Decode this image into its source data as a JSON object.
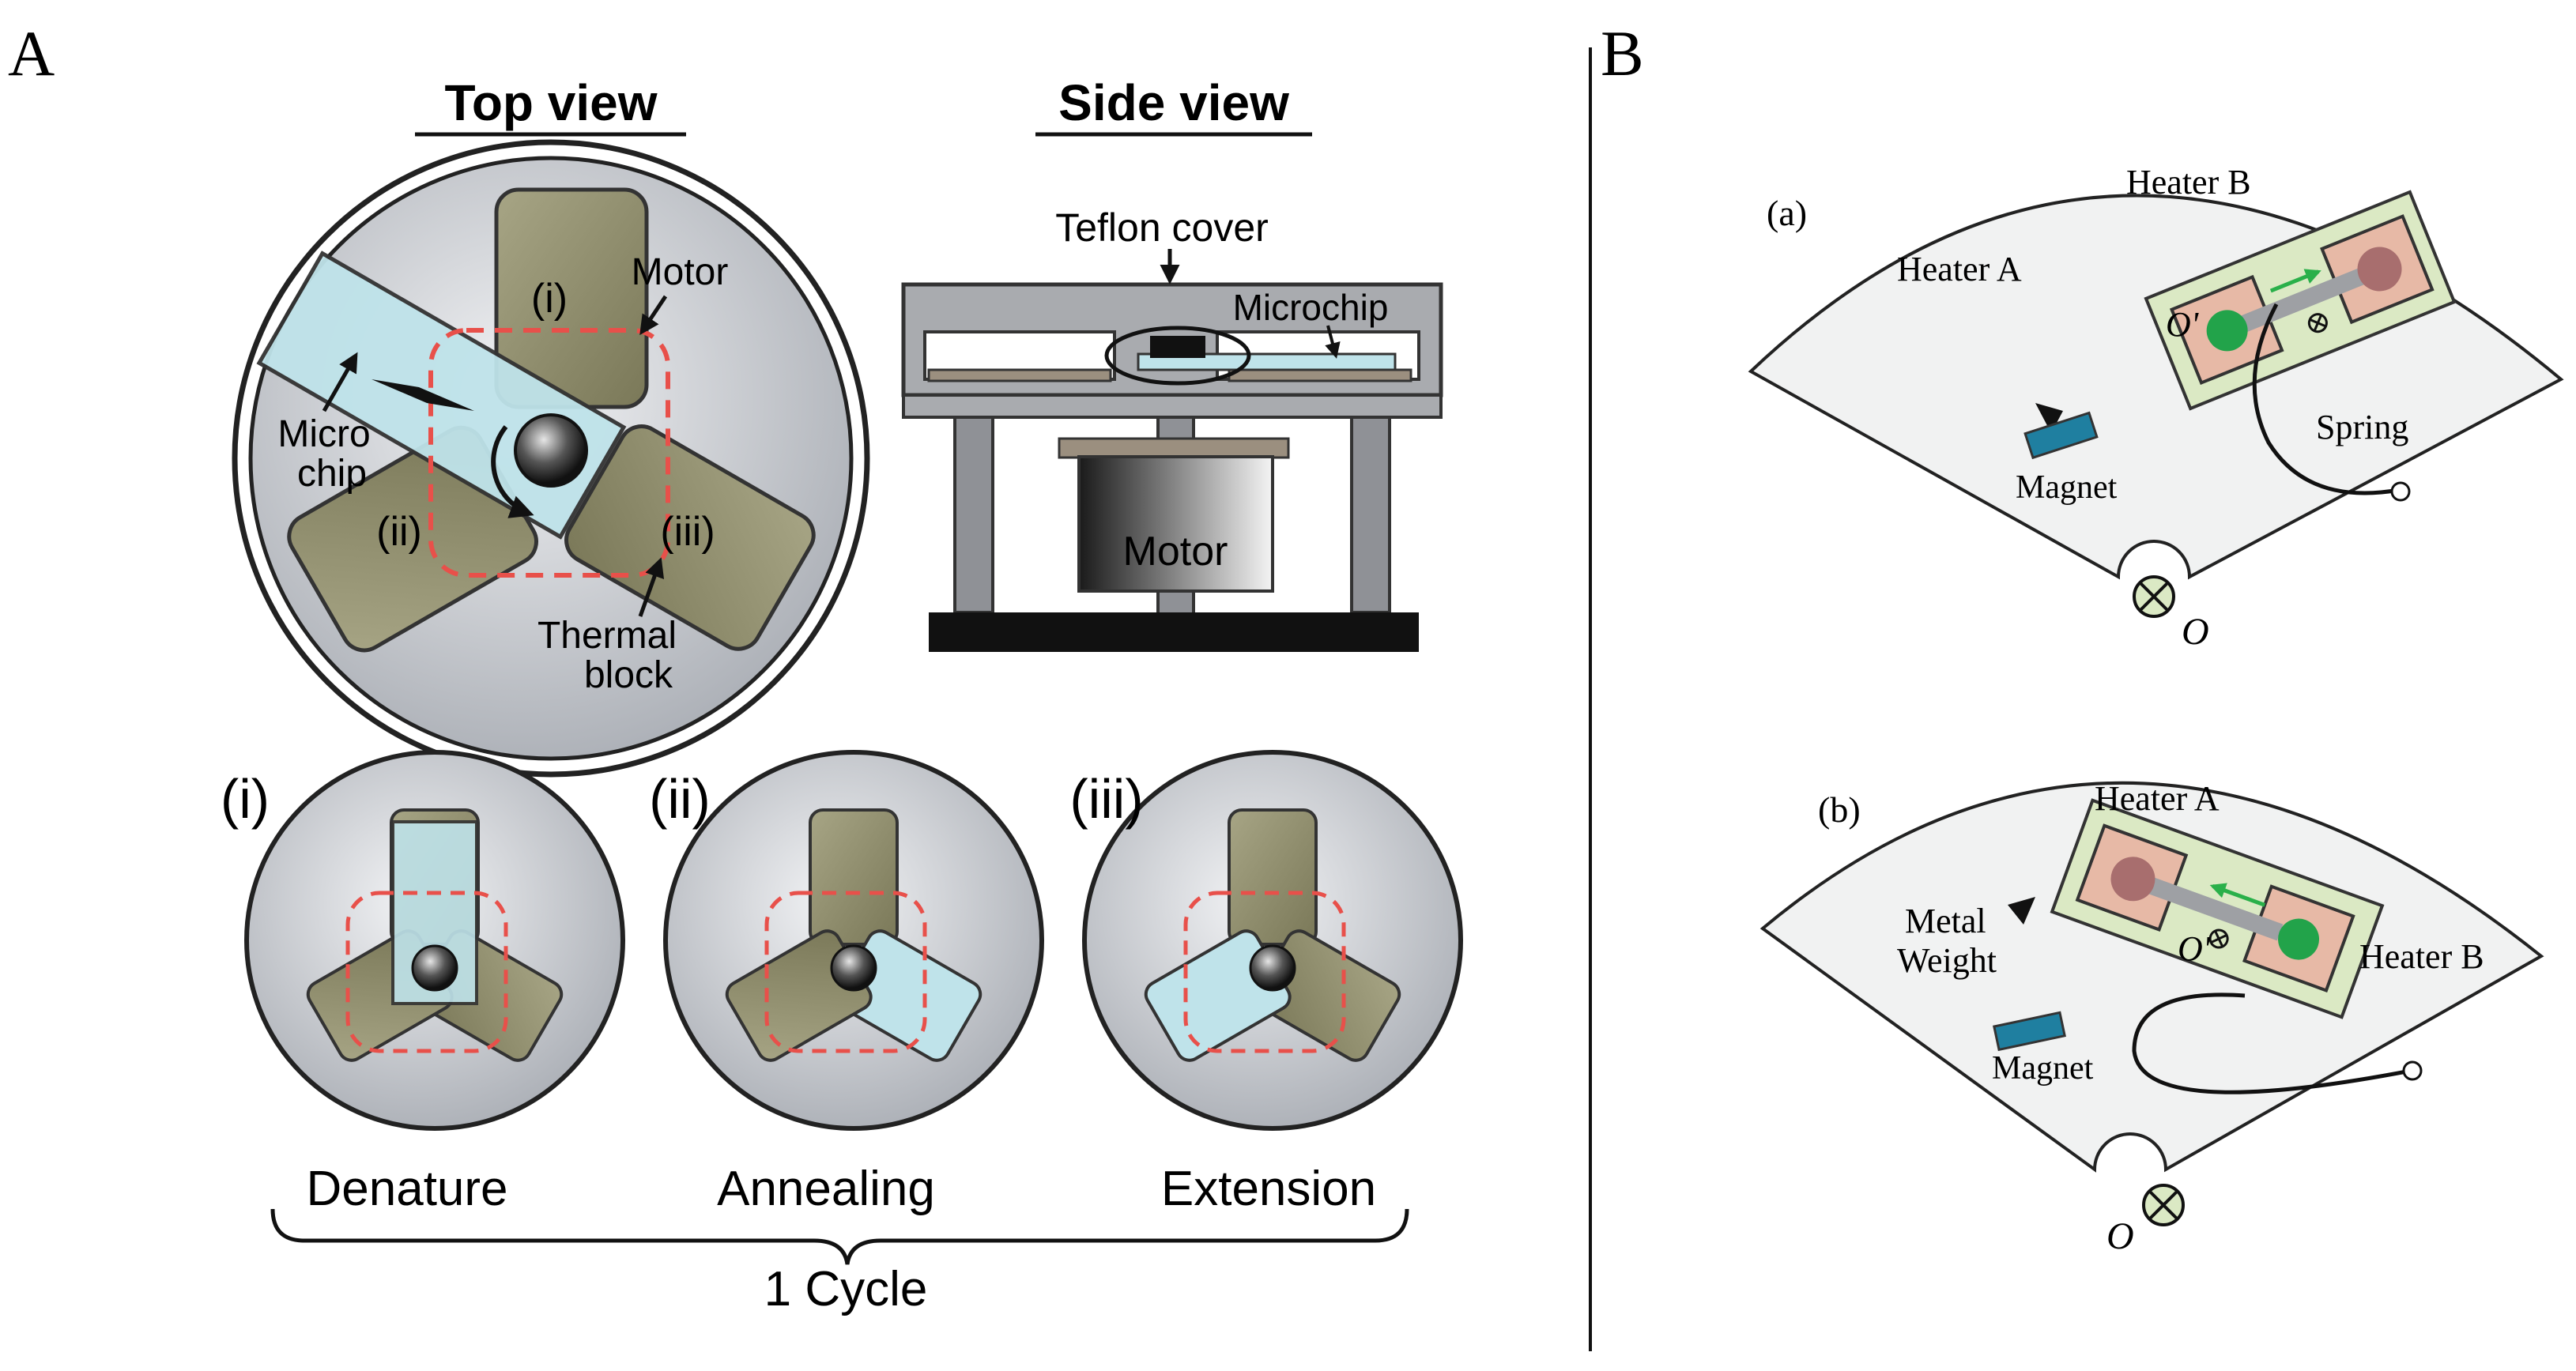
{
  "panel_a": {
    "letter": "A",
    "top_view_title": "Top view",
    "side_view_title": "Side view",
    "labels": {
      "motor": "Motor",
      "micro": "Micro",
      "chip": "chip",
      "block_i": "(i)",
      "block_ii": "(ii)",
      "block_iii": "(iii)",
      "thermal": "Thermal",
      "block": "block"
    },
    "side_labels": {
      "teflon_cover": "Teflon cover",
      "microchip": "Microchip",
      "motor": "Motor"
    },
    "stages": [
      {
        "numeral": "(i)",
        "name": "Denature"
      },
      {
        "numeral": "(ii)",
        "name": "Annealing"
      },
      {
        "numeral": "(iii)",
        "name": "Extension"
      }
    ],
    "cycle_label": "1 Cycle"
  },
  "panel_b": {
    "letter": "B",
    "sub_a": {
      "tag": "(a)",
      "heater_a": "Heater A",
      "heater_b": "Heater B",
      "pivot": "O'",
      "spring": "Spring",
      "magnet": "Magnet",
      "origin": "O"
    },
    "sub_b": {
      "tag": "(b)",
      "heater_a": "Heater A",
      "heater_b": "Heater B",
      "pivot": "O'",
      "metal": "Metal",
      "weight": "Weight",
      "magnet": "Magnet",
      "origin": "O"
    }
  },
  "colors": {
    "thermal_block": "#8c8a6c",
    "microchip": "#bfe3ea",
    "motor_boundary": "#e8504a",
    "heater_pad": "#e7b9a6",
    "chip_body": "#dbe9c4",
    "droplet": "#22a34a",
    "magnet": "#1f7fa0",
    "arrow_green": "#2ab04a"
  }
}
